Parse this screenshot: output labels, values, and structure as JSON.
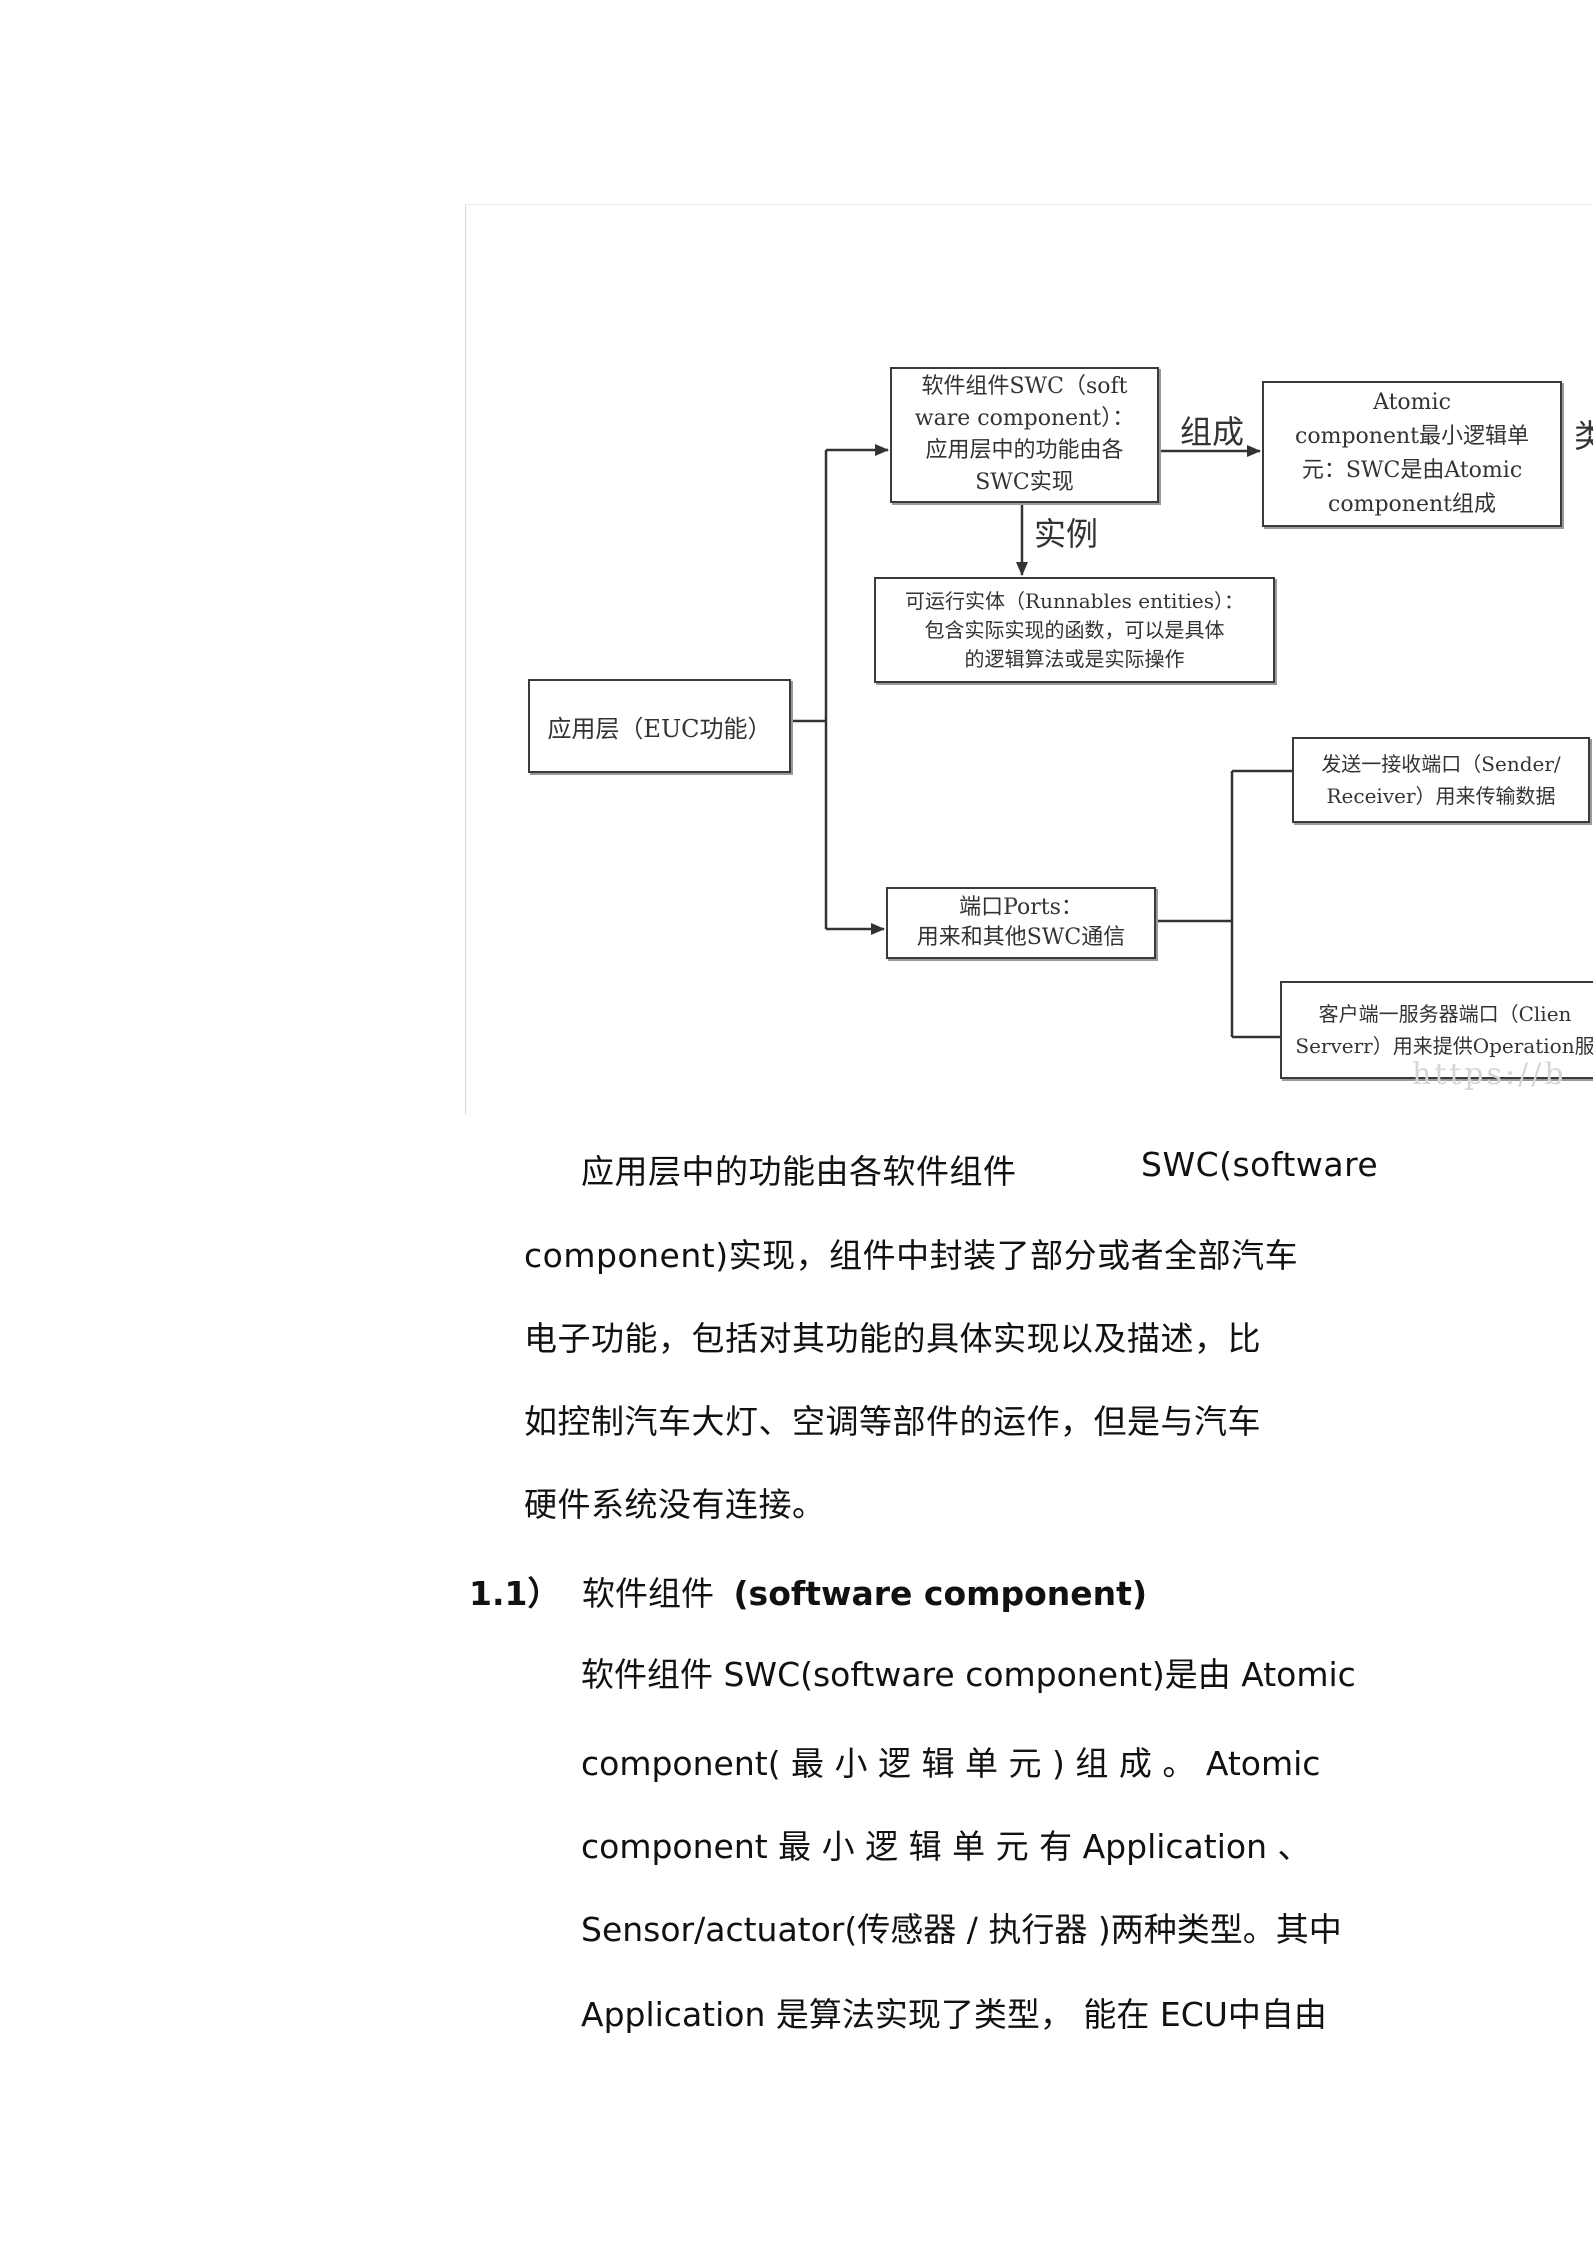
{
  "figure": {
    "boxes": {
      "app_layer": [
        "应用层（EUC功能）"
      ],
      "swc": [
        "软件组件SWC（soft",
        "ware component）：",
        "应用层中的功能由各",
        "SWC实现"
      ],
      "atomic": [
        "Atomic",
        "component最小逻辑单",
        "元：SWC是由Atomic",
        "component组成"
      ],
      "runnables": [
        "可运行实体（Runnables entities）：",
        "包含实际实现的函数，可以是具体",
        "的逻辑算法或是实际操作"
      ],
      "ports": [
        "端口Ports：",
        "用来和其他SWC通信"
      ],
      "sender_receiver": [
        "发送一接收端口（Sender/",
        "Receiver）用来传输数据"
      ],
      "client_server": [
        "客户端一服务器端口（Clien",
        "Serverr）用来提供Operation服"
      ]
    },
    "labels": {
      "compose": "组成",
      "instance": "实例",
      "cut_off_char": "类"
    },
    "watermark": "https://b"
  },
  "body": {
    "paragraph1": [
      [
        "应用层中的功能由各软件组件",
        "SWC(software"
      ],
      [
        "component)实现，组件中封装了部分或者全部汽车"
      ],
      [
        "电子功能，包括对其功能的具体实现以及描述，比"
      ],
      [
        "如控制汽车大灯、空调等部件的运作，但是与汽车"
      ],
      [
        "硬件系统没有连接。"
      ]
    ],
    "heading": {
      "number": "1.1）",
      "zh": "软件组件",
      "en": "(software component)"
    },
    "paragraph2": [
      "软件组件  SWC(software component)是由  Atomic",
      "component( 最 小 逻 辑 单 元 ) 组 成 。  Atomic",
      "component   最 小 逻 辑 单 元 有   Application 、",
      "Sensor/actuator(传感器 / 执行器 )两种类型。其中",
      "Application 是算法实现了类型， 能在  ECU中自由"
    ]
  }
}
